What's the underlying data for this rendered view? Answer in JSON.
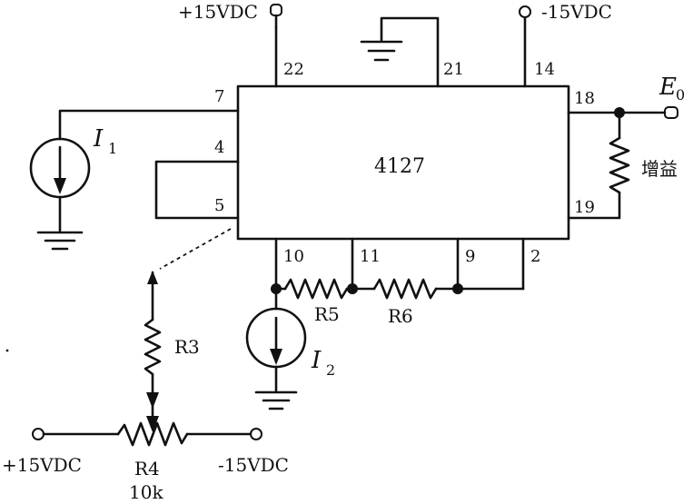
{
  "chip": {
    "label": "4127"
  },
  "pins": {
    "p22": "22",
    "p21": "21",
    "p14": "14",
    "p7": "7",
    "p4": "4",
    "p5": "5",
    "p18": "18",
    "p19": "19",
    "p10": "10",
    "p11": "11",
    "p9": "9",
    "p2": "2"
  },
  "supply": {
    "top_positive": "+15VDC",
    "top_negative": "-15VDC",
    "bottom_positive": "+15VDC",
    "bottom_negative": "-15VDC"
  },
  "output": {
    "symbol": "E",
    "subscript": "0"
  },
  "gain_resistor": {
    "label": "增益"
  },
  "sources": {
    "i1": {
      "symbol": "I",
      "subscript": "1"
    },
    "i2": {
      "symbol": "I",
      "subscript": "2"
    }
  },
  "resistors": {
    "r3": "R3",
    "r4": "R4",
    "r4_value": "10k",
    "r5": "R5",
    "r6": "R6"
  }
}
